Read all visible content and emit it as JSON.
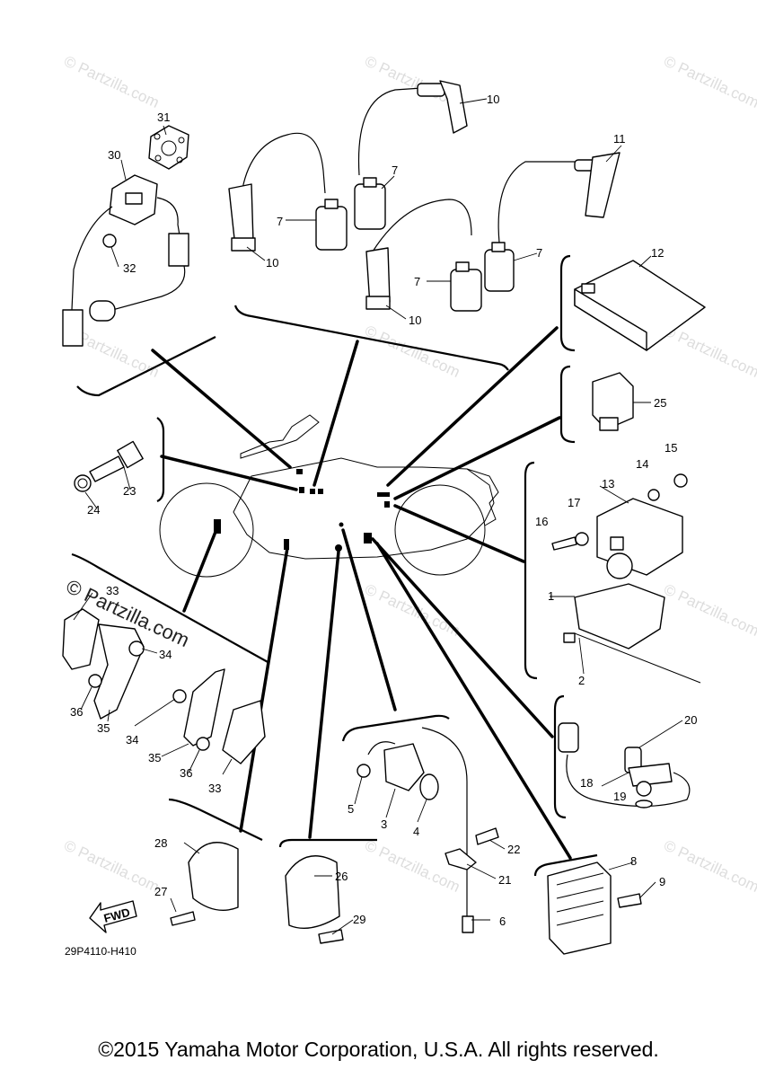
{
  "watermark": {
    "text": "© Partzilla.com",
    "main_text": "© Partzilla.com"
  },
  "diagram_code": "29P4110-H410",
  "fwd_label": "FWD",
  "copyright": "©2015 Yamaha Motor Corporation, U.S.A. All rights reserved.",
  "callouts": {
    "n1": "1",
    "n2": "2",
    "n3": "3",
    "n4": "4",
    "n5": "5",
    "n6": "6",
    "n7a": "7",
    "n7b": "7",
    "n7c": "7",
    "n7d": "7",
    "n8": "8",
    "n9": "9",
    "n10a": "10",
    "n10b": "10",
    "n10c": "10",
    "n11": "11",
    "n12": "12",
    "n13": "13",
    "n14": "14",
    "n15": "15",
    "n16": "16",
    "n17": "17",
    "n18": "18",
    "n19": "19",
    "n20": "20",
    "n21": "21",
    "n22": "22",
    "n23": "23",
    "n24": "24",
    "n25": "25",
    "n26": "26",
    "n27": "27",
    "n28": "28",
    "n29": "29",
    "n30": "30",
    "n31": "31",
    "n32": "32",
    "n33a": "33",
    "n33b": "33",
    "n34a": "34",
    "n34b": "34",
    "n35a": "35",
    "n35b": "35",
    "n36a": "36",
    "n36b": "36"
  }
}
